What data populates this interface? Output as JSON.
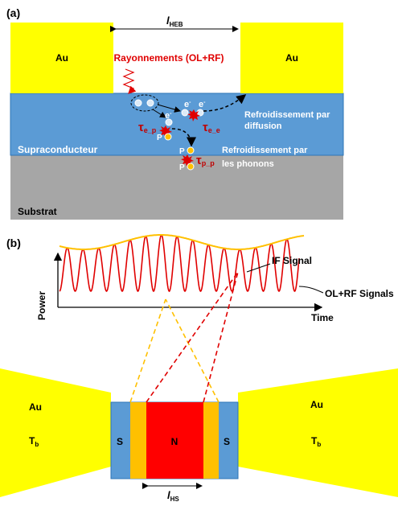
{
  "panel_a": {
    "label": "(a)",
    "length_symbol": "l",
    "length_sub": "HEB",
    "gold_left": "Au",
    "gold_right": "Au",
    "radiation": "Rayonnements (OL+RF)",
    "superconductor": "Supraconducteur",
    "substrate": "Substrat",
    "electron": "e",
    "electron_sup": "-",
    "phonon": "P",
    "tau_symbol": "τ",
    "tau_ep_sub": "e_p",
    "tau_ee_sub": "e_e",
    "tau_pp_sub": "p_p",
    "cooling_diffusion_1": "Refroidissement par",
    "cooling_diffusion_2": "diffusion",
    "cooling_phonons_1": "Refroidissement par",
    "cooling_phonons_2": "les phonons"
  },
  "panel_b": {
    "label": "(b)",
    "ylabel": "Power",
    "xlabel": "Time",
    "if_signal": "IF Signal",
    "olrf_signal": "OL+RF Signals",
    "gold_left": "Au",
    "gold_right": "Au",
    "temp_symbol": "T",
    "temp_sub": "b",
    "s_left": "S",
    "s_right": "S",
    "normal": "N",
    "length_symbol": "l",
    "length_sub": "HS"
  },
  "colors": {
    "gold": "#ffff00",
    "superconductor": "#5b9bd5",
    "substrate": "#a6a6a6",
    "signal_red": "#e00000",
    "envelope_orange": "#ffc000",
    "hotspot_red": "#ff0000",
    "hotspot_edge": "#ffc000",
    "label_red": "#c00000"
  }
}
